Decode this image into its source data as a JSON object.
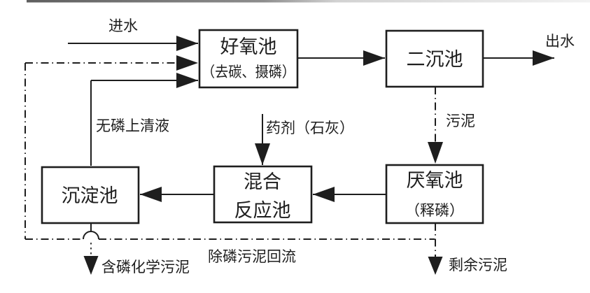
{
  "colors": {
    "ink": "#1e1e1e",
    "background": "#ffffff"
  },
  "boxes": {
    "aerobic": {
      "title": "好氧池",
      "subtitle": "（去碳、摄磷）"
    },
    "secondary_clarifier": {
      "title": "二沉池"
    },
    "anaerobic": {
      "title": "厌氧池",
      "subtitle": "（释磷）"
    },
    "mixing_reaction": {
      "title_line1": "混合",
      "title_line2": "反应池"
    },
    "sedimentation": {
      "title": "沉淀池"
    }
  },
  "flow_labels": {
    "influent": "进水",
    "effluent": "出水",
    "sludge": "污泥",
    "phosphate_free_supernatant": "无磷上清液",
    "chemical_lime": "药剂（石灰）",
    "phosphorus_chemical_sludge": "含磷化学污泥",
    "phosphorus_removal_sludge_return": "除磷污泥回流",
    "excess_sludge": "剩余污泥"
  }
}
